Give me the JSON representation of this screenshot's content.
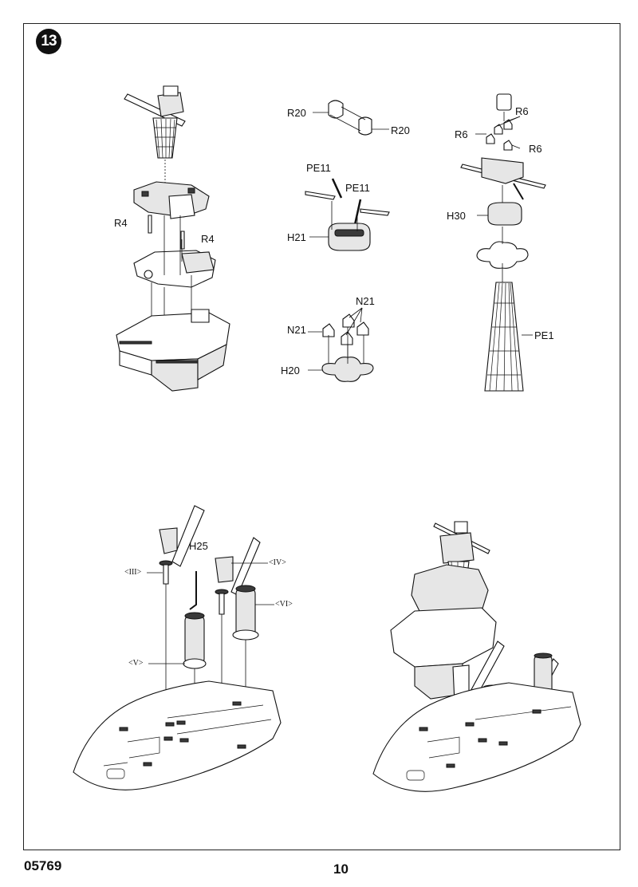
{
  "step": {
    "number": "13"
  },
  "footer": {
    "code": "05769",
    "page": "10"
  },
  "labels": {
    "r20_a": "R20",
    "r20_b": "R20",
    "pe11_a": "PE11",
    "pe11_b": "PE11",
    "h21": "H21",
    "n21_a": "N21",
    "n21_b": "N21",
    "h20": "H20",
    "r6_a": "R6",
    "r6_b": "R6",
    "r6_c": "R6",
    "h30": "H30",
    "pe1": "PE1",
    "r4_a": "R4",
    "r4_b": "R4",
    "h25": "H25",
    "roman_iii": "<III>",
    "roman_iv": "<IV>",
    "roman_v": "<V>",
    "roman_vi": "<VI>"
  }
}
